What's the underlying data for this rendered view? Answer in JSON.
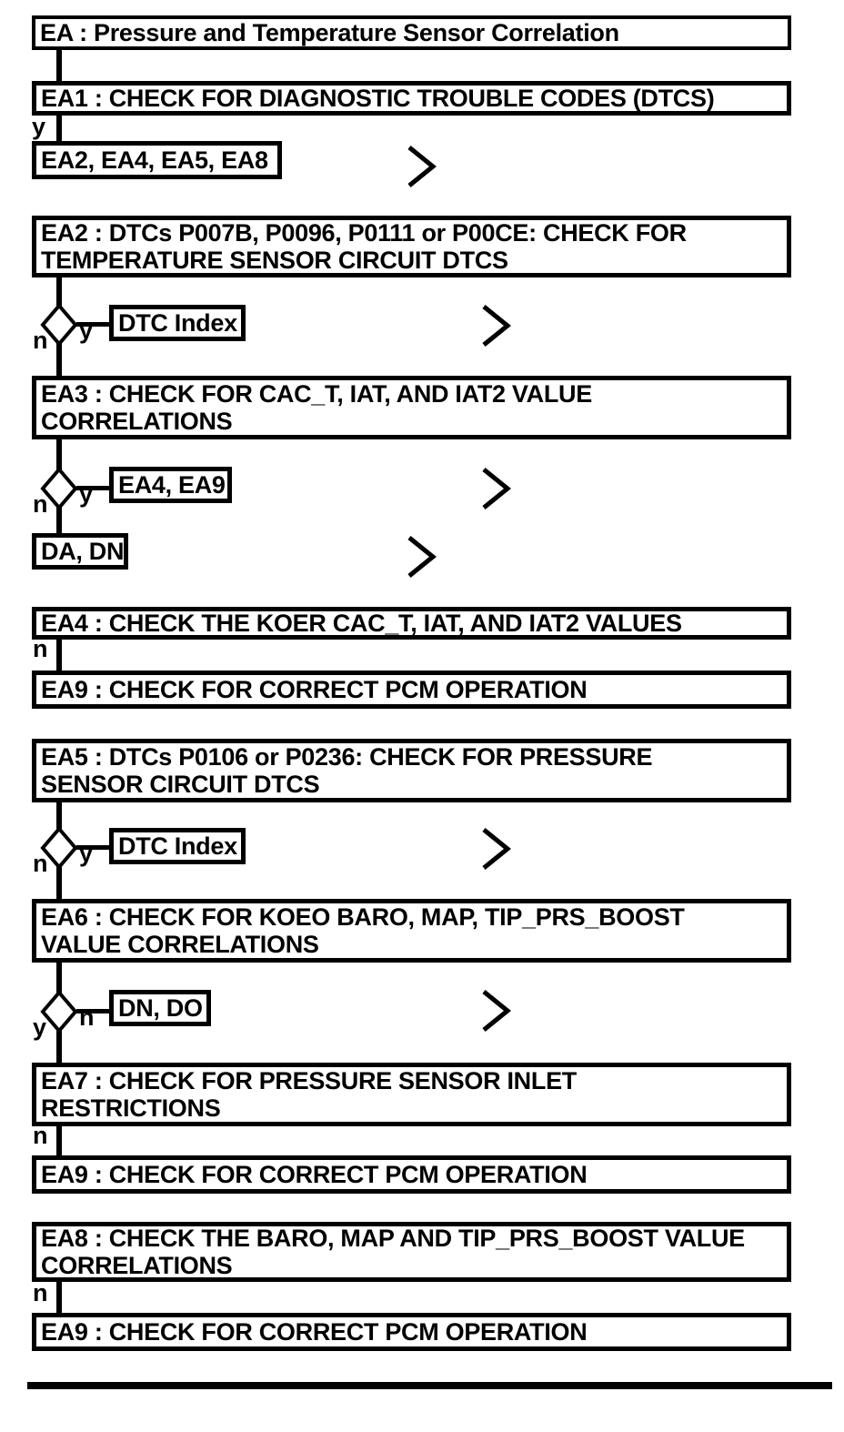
{
  "diagram": {
    "title": "EA : Pressure and Temperature Sensor Correlation",
    "branch": {
      "yes": "y",
      "no": "n"
    },
    "nodes": {
      "ea1": {
        "text": "EA1 : CHECK FOR DIAGNOSTIC TROUBLE CODES (DTCS)"
      },
      "ea1_yes_ref": {
        "text": "EA2, EA4, EA5, EA8"
      },
      "ea2": {
        "line1": "EA2 : DTCs P007B, P0096, P0111 or P00CE: CHECK FOR",
        "line2": "TEMPERATURE SENSOR CIRCUIT DTCS"
      },
      "ea2_yes_ref": {
        "text": "DTC Index"
      },
      "ea3": {
        "line1": "EA3 : CHECK FOR CAC_T, IAT, AND IAT2 VALUE",
        "line2": "CORRELATIONS"
      },
      "ea3_yes_ref": {
        "text": "EA4, EA9"
      },
      "ea3_no_ref": {
        "text": "DA, DN"
      },
      "ea4": {
        "text": "EA4 : CHECK THE KOER CAC_T, IAT, AND IAT2 VALUES"
      },
      "ea4_no_step": {
        "text": "EA9 : CHECK FOR CORRECT PCM OPERATION"
      },
      "ea5": {
        "line1": "EA5 : DTCs P0106 or P0236: CHECK FOR PRESSURE",
        "line2": "SENSOR CIRCUIT DTCS"
      },
      "ea5_yes_ref": {
        "text": "DTC Index"
      },
      "ea6": {
        "line1": "EA6 : CHECK FOR KOEO BARO, MAP, TIP_PRS_BOOST",
        "line2": "VALUE CORRELATIONS"
      },
      "ea6_no_ref": {
        "text": "DN, DO"
      },
      "ea7": {
        "line1": "EA7 : CHECK FOR PRESSURE SENSOR INLET",
        "line2": "RESTRICTIONS"
      },
      "ea7_no_step": {
        "text": "EA9 : CHECK FOR CORRECT PCM OPERATION"
      },
      "ea8": {
        "line1": "EA8 : CHECK THE BARO, MAP AND TIP_PRS_BOOST VALUE",
        "line2": "CORRELATIONS"
      },
      "ea8_no_step": {
        "text": "EA9 : CHECK FOR CORRECT PCM OPERATION"
      }
    },
    "colors": {
      "ink": "#000000",
      "paper": "#ffffff"
    }
  }
}
